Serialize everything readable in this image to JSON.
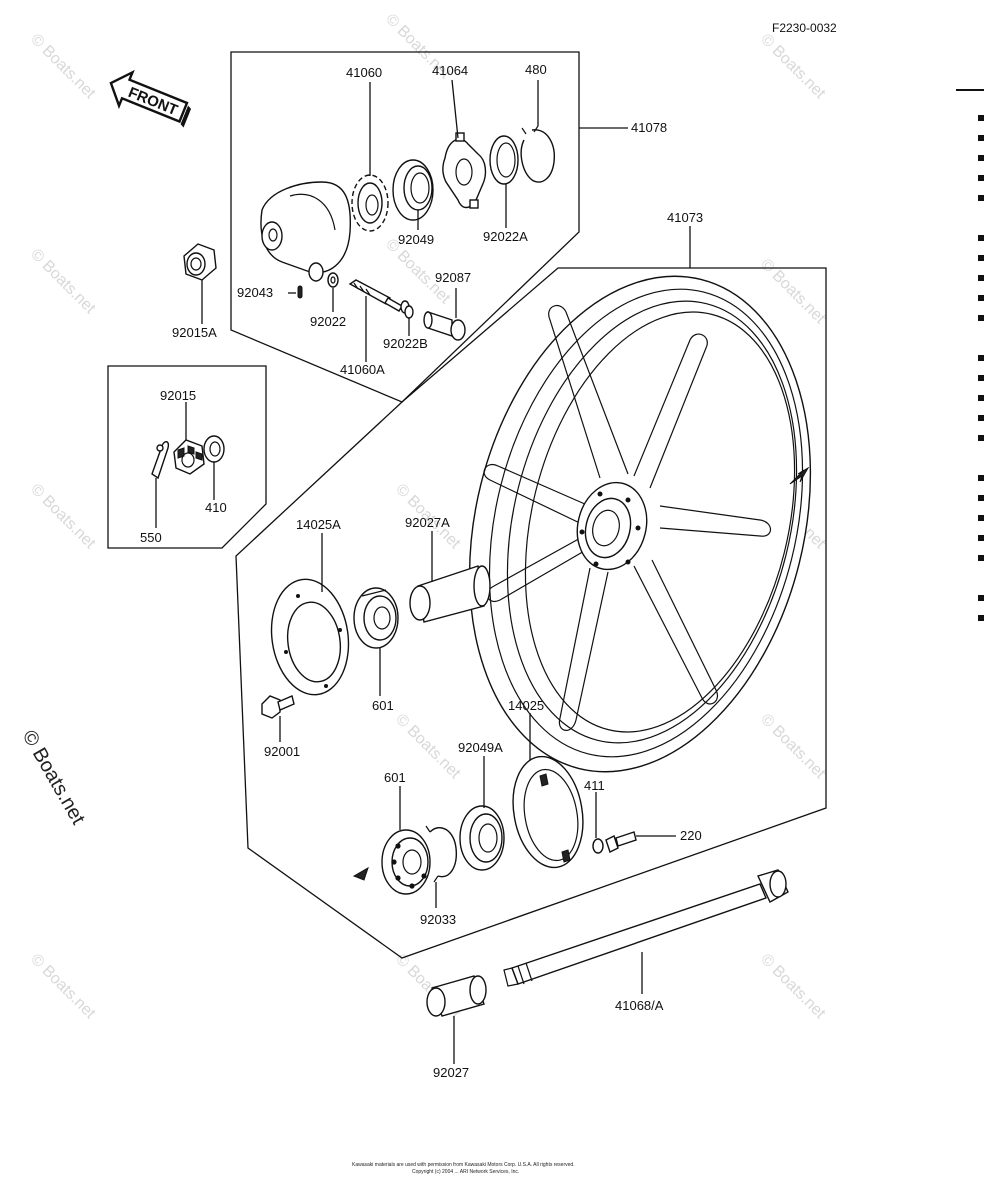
{
  "diagram_ref": "F2230-0032",
  "front_label": "FRONT",
  "watermark": "© Boats.net",
  "side_watermark": "© Boats.net",
  "copyright_line1": "Kawasaki materials are used with permission from Kawasaki Motors Corp. U.S.A. All rights reserved.",
  "copyright_line2": "Copyright (c) 2004 ... ARI Network Services, Inc.",
  "part_labels": {
    "p41060": "41060",
    "p41064": "41064",
    "p480": "480",
    "p41078": "41078",
    "p41073": "41073",
    "p92049": "92049",
    "p92022A": "92022A",
    "p92043": "92043",
    "p92022": "92022",
    "p92087": "92087",
    "p92022B": "92022B",
    "p41060A": "41060A",
    "p92015A": "92015A",
    "p92015": "92015",
    "p410": "410",
    "p550": "550",
    "p14025A": "14025A",
    "p92027A": "92027A",
    "p601a": "601",
    "p92001": "92001",
    "p14025": "14025",
    "p92049A": "92049A",
    "p601b": "601",
    "p411": "411",
    "p220": "220",
    "p92033": "92033",
    "p41068A": "41068/A",
    "p92027": "92027"
  }
}
